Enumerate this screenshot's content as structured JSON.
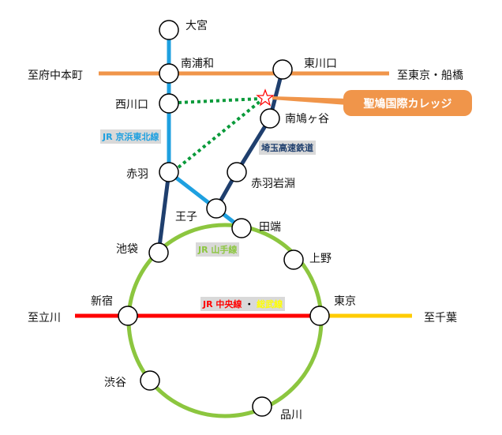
{
  "stations": {
    "omiya": "大宮",
    "minami_urawa": "南浦和",
    "nishi_kawaguchi": "西川口",
    "akabane": "赤羽",
    "oji": "王子",
    "tabata": "田端",
    "ikebukuro": "池袋",
    "ueno": "上野",
    "shinjuku": "新宿",
    "tokyo": "東京",
    "shibuya": "渋谷",
    "shinagawa": "品川",
    "higashi_kawaguchi": "東川口",
    "minami_hatogaya": "南鳩ヶ谷",
    "akabane_iwabuchi": "赤羽岩淵"
  },
  "destinations": {
    "fuchu_hommachi": "至府中本町",
    "tokyo_funabashi": "至東京・船橋",
    "tachikawa": "至立川",
    "chiba": "至千葉"
  },
  "lines": {
    "keihin_tohoku": "JR 京浜東北線",
    "saitama_railway": "埼玉高速鉄道",
    "yamanote": "JR 山手線",
    "chuo": "JR 中央線",
    "dot": "・",
    "sobu": "総武線"
  },
  "callout": "聖鳩国際カレッジ",
  "colors": {
    "musashino": "#f0954a",
    "keihin": "#1ea0e0",
    "saikyo": "#1f3f6e",
    "yamanote": "#8cc63f",
    "chuo": "#ff0000",
    "sobu": "#ffcc00",
    "walk": "#0a9a3a"
  }
}
